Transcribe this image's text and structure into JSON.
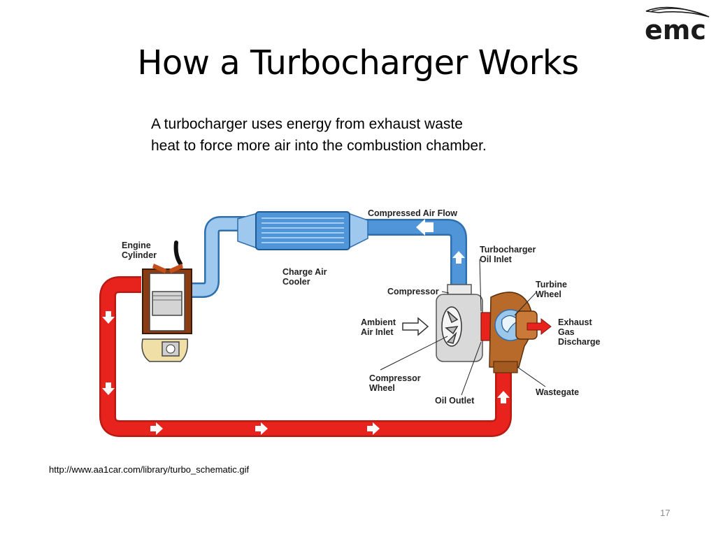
{
  "slide": {
    "title": "How a Turbocharger Works",
    "intro_line1": "A turbocharger uses energy from exhaust waste",
    "intro_line2": "heat to force more air into the combustion chamber.",
    "credit": "http://www.aa1car.com/library/turbo_schematic.gif",
    "page_number": "17",
    "logo_text": "emc"
  },
  "diagram": {
    "labels": {
      "engine_1": "Engine",
      "engine_2": "Cylinder",
      "cooler_1": "Charge Air",
      "cooler_2": "Cooler",
      "flow": "Compressed Air Flow",
      "oil_in_1": "Turbocharger",
      "oil_in_2": "Oil Inlet",
      "compressor": "Compressor",
      "turbine_1": "Turbine",
      "turbine_2": "Wheel",
      "ambient_1": "Ambient",
      "ambient_2": "Air Inlet",
      "exhaust_1": "Exhaust",
      "exhaust_2": "Gas",
      "exhaust_3": "Discharge",
      "comp_wheel_1": "Compressor",
      "comp_wheel_2": "Wheel",
      "oil_out": "Oil Outlet",
      "wastegate": "Wastegate"
    },
    "colors": {
      "exhaust_pipe": "#e8231d",
      "intake_pipe": "#4f95d8",
      "turbine_housing": "#b86a2a",
      "compressor_housing": "#d9d9d9"
    }
  }
}
